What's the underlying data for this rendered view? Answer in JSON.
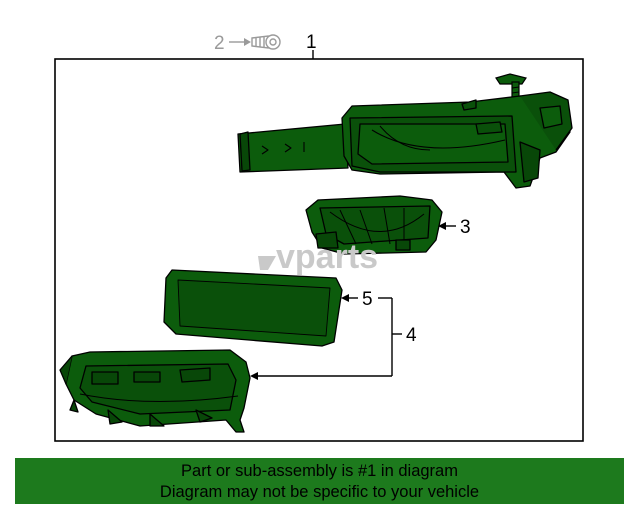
{
  "diagram": {
    "callouts": [
      {
        "id": "1",
        "label": "1"
      },
      {
        "id": "2",
        "label": "2"
      },
      {
        "id": "3",
        "label": "3"
      },
      {
        "id": "4",
        "label": "4"
      },
      {
        "id": "5",
        "label": "5"
      }
    ],
    "watermark": "vparts",
    "colors": {
      "part_fill": "#0c5c0c",
      "part_outline": "#000000",
      "frame": "#000000",
      "banner": "#1d7a1d"
    }
  },
  "banner": {
    "line1": "Part or sub-assembly is #1 in diagram",
    "line2": "Diagram may not be specific to your vehicle"
  }
}
